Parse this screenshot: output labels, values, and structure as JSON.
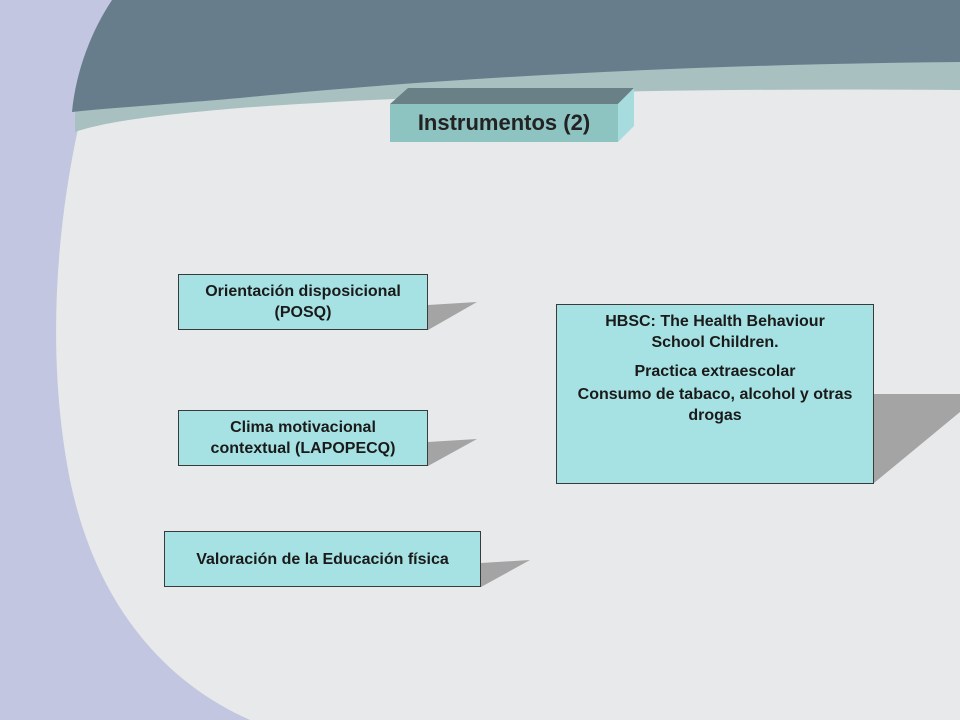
{
  "slide": {
    "title": "Instrumentos (2)",
    "colors": {
      "background": "#e8e9eb",
      "top_band": "#687d8b",
      "teal_band": "#a9c0c0",
      "left_band": "#c3c6e0",
      "box_fill": "#a6e2e3",
      "shadow": "#a4a4a4"
    }
  },
  "boxes": {
    "posq": {
      "text": "Orientación disposicional (POSQ)"
    },
    "lapopecq": {
      "text": "Clima motivacional contextual (LAPOPECQ)"
    },
    "educacion": {
      "text": "Valoración de la Educación física"
    },
    "hbsc": {
      "line1": "HBSC: The Health Behaviour School Children.",
      "line2": "Practica extraescolar",
      "line3": "Consumo de tabaco, alcohol y otras drogas"
    }
  }
}
